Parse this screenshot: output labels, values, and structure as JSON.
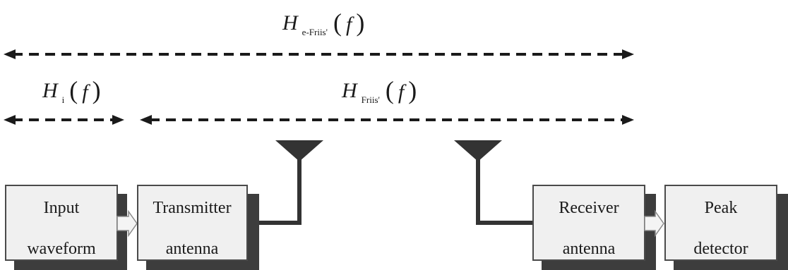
{
  "equations": {
    "he_friis": {
      "symbol": "H",
      "subscript": "e-Friis'",
      "argument": "f"
    },
    "hi": {
      "symbol": "H",
      "subscript": "i",
      "argument": "f"
    },
    "hfriis": {
      "symbol": "H",
      "subscript": "Friis'",
      "argument": "f"
    }
  },
  "blocks": {
    "input_waveform": {
      "line1": "Input",
      "line2": "waveform"
    },
    "transmitter_antenna": {
      "line1": "Transmitter",
      "line2": "antenna"
    },
    "receiver_antenna": {
      "line1": "Receiver",
      "line2": "antenna"
    },
    "peak_detector": {
      "line1": "Peak",
      "line2": "detector"
    }
  },
  "colors": {
    "block_fill": "#f0f0f0",
    "block_stroke": "#4a4a4a",
    "shadow": "#3d3d3d",
    "line": "#1a1a1a",
    "antenna": "#333333"
  }
}
